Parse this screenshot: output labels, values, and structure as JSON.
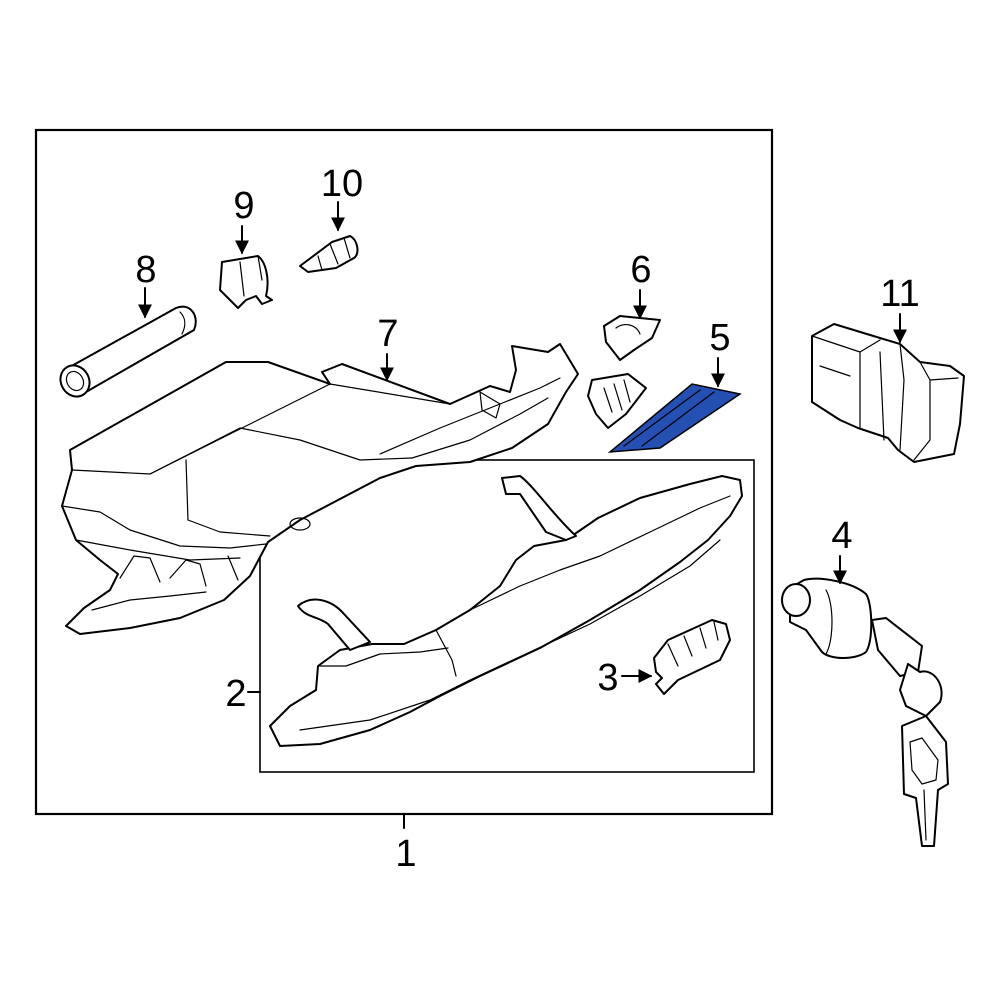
{
  "diagram": {
    "highlight_color": "#2450b4",
    "callouts": {
      "c1": "1",
      "c2": "2",
      "c3": "3",
      "c4": "4",
      "c5": "5",
      "c6": "6",
      "c7": "7",
      "c8": "8",
      "c9": "9",
      "c10": "10",
      "c11": "11"
    },
    "highlighted_part": "5"
  }
}
